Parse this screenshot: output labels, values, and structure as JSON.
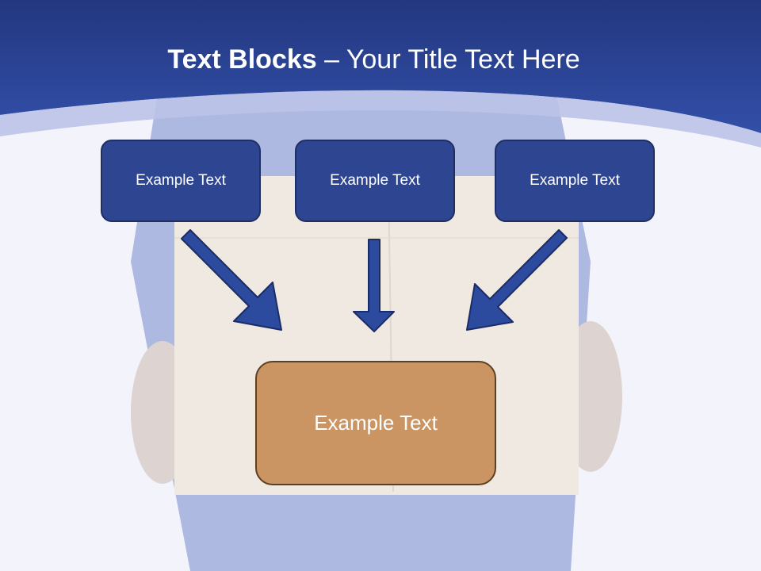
{
  "slide": {
    "title_bold": "Text Blocks",
    "title_dash": " – ",
    "title_rest": "Your Title Text Here"
  },
  "blocks": {
    "left": "Example Text",
    "center": "Example Text",
    "right": "Example Text"
  },
  "result": {
    "label": "Example Text"
  },
  "colors": {
    "header_blue": "#2c449b",
    "box_blue": "#2e4591",
    "box_tan": "#cb9563",
    "arrow_blue": "#2c4a9e",
    "background": "#f3f4fb"
  }
}
